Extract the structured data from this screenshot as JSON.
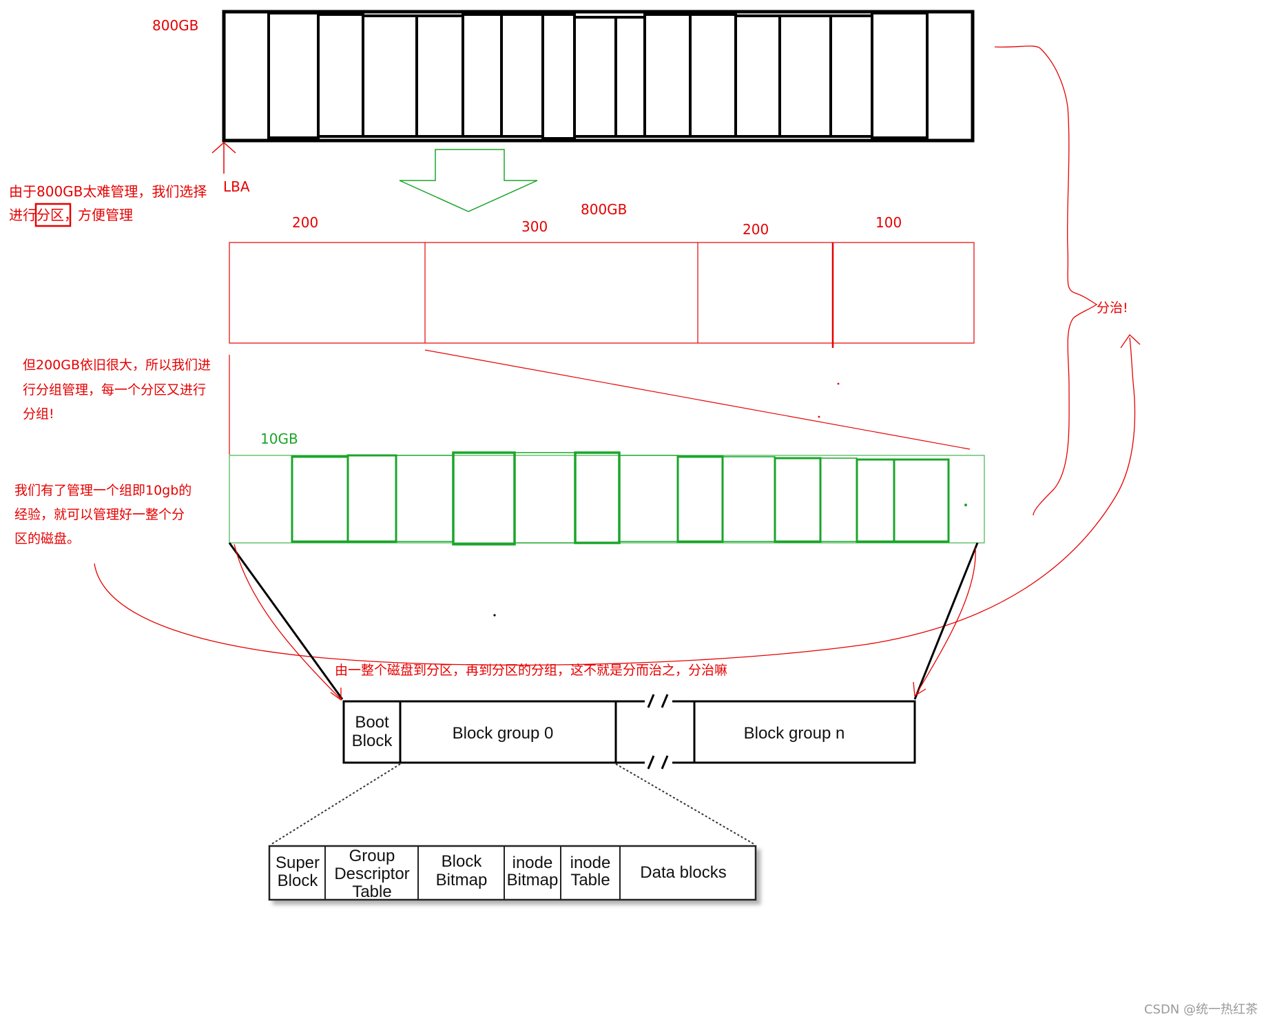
{
  "labels": {
    "disk_size": "800GB",
    "lba": "LBA",
    "partition_total": "800GB",
    "partition_sizes": [
      "200",
      "300",
      "200",
      "100"
    ],
    "group_size": "10GB",
    "divide_conquer": "分治!",
    "footer_note": "由一整个磁盘到分区，再到分区的分组，这不就是分而治之，分治嘛"
  },
  "notes": {
    "partition_note": [
      "由于800GB太难管理，我们选择",
      "进行",
      "分区",
      "，方便管理"
    ],
    "group_note": [
      "但200GB依旧很大，所以我们进",
      "行分组管理，每一个分区又进行",
      "分组!"
    ],
    "experience_note": [
      "我们有了管理一个组即10gb的",
      "经验，就可以管理好一整个分",
      "区的磁盘。"
    ]
  },
  "block_groups": [
    "Boot",
    "Block",
    "Block group 0",
    "Block group n"
  ],
  "group_layout": [
    [
      "Super",
      "Block"
    ],
    [
      "Group",
      "Descriptor",
      "Table"
    ],
    [
      "Block",
      "Bitmap"
    ],
    [
      "inode",
      "Bitmap"
    ],
    [
      "inode",
      "Table"
    ],
    [
      "Data blocks"
    ]
  ],
  "watermark": "CSDN @统一热红茶",
  "colors": {
    "red": "#e60000",
    "green": "#1aa52a",
    "black": "#000000"
  }
}
